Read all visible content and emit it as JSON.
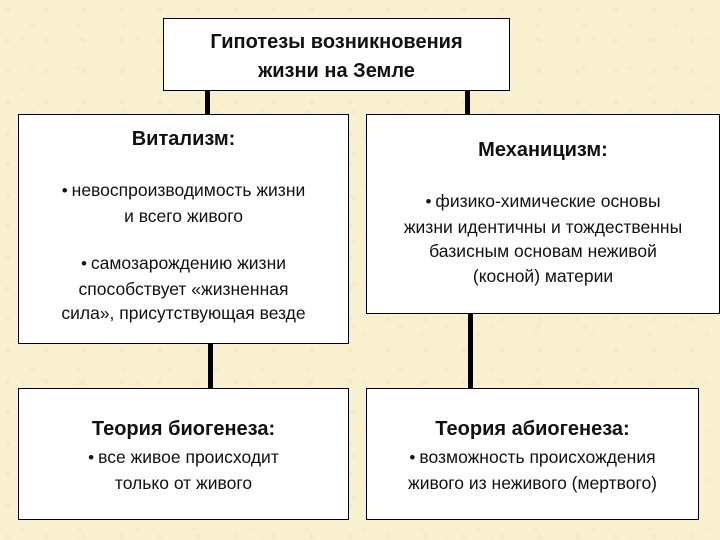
{
  "root": {
    "title_line1": "Гипотезы возникновения",
    "title_line2": "жизни на Земле"
  },
  "vitalism": {
    "heading": "Витализм:",
    "items": [
      {
        "bullet": "•",
        "line1": "невоспроизводимость жизни",
        "line2": "и всего живого"
      },
      {
        "bullet": "•",
        "line1": "самозарождению жизни",
        "line2": "способствует «жизненная",
        "line3": "сила», присутствующая везде"
      }
    ]
  },
  "mechanicism": {
    "heading": "Механицизм:",
    "items": [
      {
        "bullet": "•",
        "line1": "физико-химические основы",
        "line2": "жизни идентичны и тождественны",
        "line3": "базисным основам неживой",
        "line4": "(косной) материи"
      }
    ]
  },
  "biogenesis": {
    "heading": "Теория биогенеза:",
    "items": [
      {
        "bullet": "•",
        "line1": "все живое происходит",
        "line2": "только от живого"
      }
    ]
  },
  "abiogenesis": {
    "heading": "Теория абиогенеза:",
    "items": [
      {
        "bullet": "•",
        "line1": "возможность происхождения",
        "line2": "живого из неживого (мертвого)"
      }
    ]
  },
  "colors": {
    "background": "#f9f0cf",
    "box_fill": "#ffffff",
    "line": "#000000"
  }
}
